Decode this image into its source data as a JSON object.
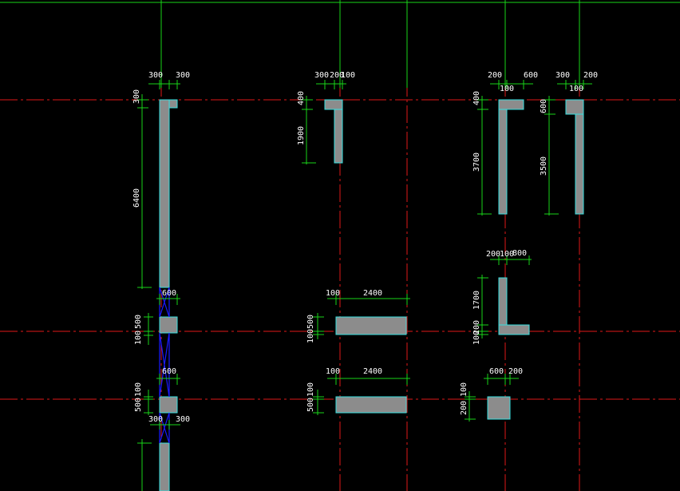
{
  "title": "",
  "colors": {
    "background": "#000000",
    "axis": "#e01818",
    "dimension": "#19d419",
    "wall_fill": "#8c8c8c",
    "wall_edge": "#36e0e0",
    "brace": "#1a1aff",
    "text": "#ffffff"
  },
  "labels": {
    "l1_top_a": "300",
    "l1_top_b": "300",
    "l1_left_a": "300",
    "l1_left_b": "6400",
    "l1_mid_600_a": "600",
    "l1_left_100_a": "100",
    "l1_left_500_a": "500",
    "l1_mid_600_b": "600",
    "l1_left_500_b": "500",
    "l1_left_100_b": "100",
    "l1_bot_300_a": "300",
    "l1_bot_300_b": "300",
    "l2_top_a": "300",
    "l2_top_b": "200",
    "l2_top_c": "100",
    "l2_left_a": "400",
    "l2_left_b": "1900",
    "l2_mid_100_a": "100",
    "l2_mid_2400_a": "2400",
    "l2_left_100_a": "100",
    "l2_left_500_a": "500",
    "l2_mid_100_b": "100",
    "l2_mid_2400_b": "2400",
    "l2_left_500_b": "500",
    "l2_left_100_b": "100",
    "l3_top_a": "200",
    "l3_top_b": "600",
    "l3_top_c": "100",
    "l3_left_a": "400",
    "l3_left_b": "3700",
    "l3_top_d": "300",
    "l3_top_e": "200",
    "l3_top_f": "100",
    "l3_left_c": "600",
    "l3_left_d": "3500",
    "l3_mid_a": "200",
    "l3_mid_b": "100",
    "l3_mid_c": "800",
    "l3_left_e": "1700",
    "l3_left_f": "200",
    "l3_left_g": "100",
    "l3_bot_a": "600",
    "l3_bot_b": "200",
    "l3_bot_left_a": "100",
    "l3_bot_left_b": "200"
  }
}
